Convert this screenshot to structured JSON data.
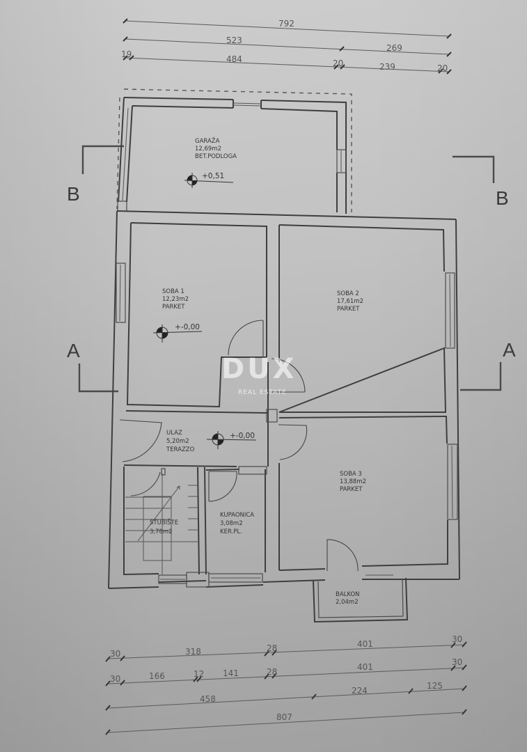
{
  "drawing": {
    "type": "floor_plan",
    "top_dimensions": {
      "row1": [
        "792"
      ],
      "row2": [
        "523",
        "269"
      ],
      "row3": [
        "19",
        "484",
        "20",
        "239",
        "20"
      ]
    },
    "bottom_dimensions": {
      "row1": [
        "30",
        "318",
        "28",
        "401",
        "30"
      ],
      "row2": [
        "30",
        "166",
        "12",
        "141",
        "28",
        "401",
        "30"
      ],
      "row3": [
        "458",
        "224",
        "125"
      ],
      "row4": [
        "807"
      ]
    },
    "section_markers": {
      "b_left": "B",
      "b_right": "B",
      "a_left": "A",
      "a_right": "A"
    },
    "rooms": [
      {
        "name": "GARAŽA",
        "area": "12,69m2",
        "floor": "BET.PODLOGA",
        "level": "+0,51"
      },
      {
        "name": "SOBA 1",
        "area": "12,23m2",
        "floor": "PARKET",
        "level": "+-0,00"
      },
      {
        "name": "SOBA 2",
        "area": "17,61m2",
        "floor": "PARKET"
      },
      {
        "name": "ULAZ",
        "area": "5,20m2",
        "floor": "TERAZZO",
        "level": "+-0,00"
      },
      {
        "name": "SOBA 3",
        "area": "13,88m2",
        "floor": "PARKET"
      },
      {
        "name": "STUBIŠTE",
        "area": "3,78m2"
      },
      {
        "name": "KUPAONICA",
        "area": "3,08m2",
        "floor": "KER.PL."
      },
      {
        "name": "BALKON",
        "area": "2,04m2"
      }
    ]
  },
  "watermark": {
    "brand": "DUX",
    "tagline": "REAL ESTATE"
  }
}
